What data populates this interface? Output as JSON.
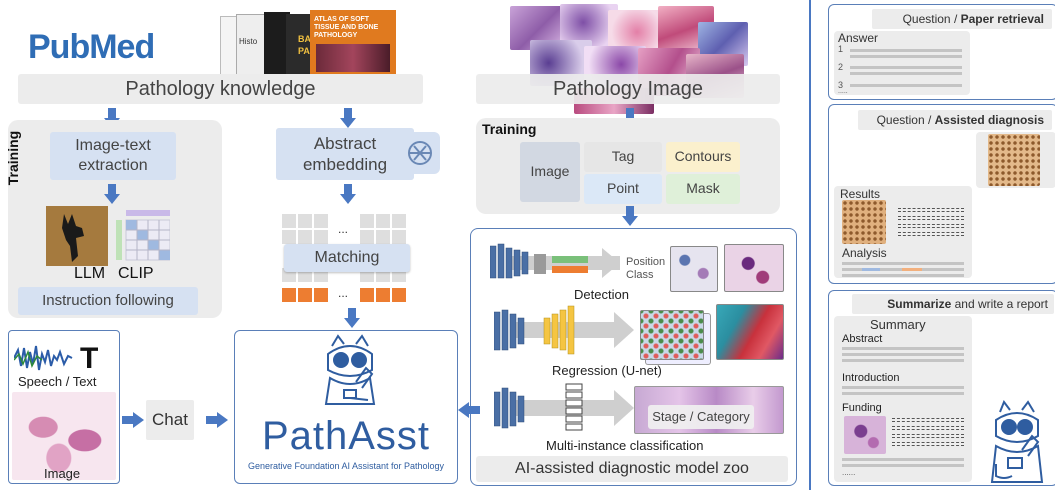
{
  "knowledge": {
    "pubmed_logo": "PubMed",
    "section_title": "Pathology knowledge",
    "training_label": "Training",
    "extraction": "Image-text extraction",
    "llm": "LLM",
    "clip": "CLIP",
    "instruction": "Instruction following",
    "abstract_embedding": "Abstract embedding",
    "matching": "Matching",
    "ellipsis": "..."
  },
  "books": {
    "atlas_title": "ATLAS OF SOFT TISSUE AND BONE PATHOLOGY",
    "histo": "Histo",
    "ba": "BA",
    "pa": "PA"
  },
  "image_section": {
    "title": "Pathology Image",
    "training_label": "Training",
    "image": "Image",
    "tag": "Tag",
    "contours": "Contours",
    "point": "Point",
    "mask": "Mask"
  },
  "model_zoo": {
    "position": "Position",
    "class": "Class",
    "detection": "Detection",
    "regression": "Regression (U-net)",
    "stage": "Stage / Category",
    "mil": "Multi-instance classification",
    "zoo_title": "AI-assisted diagnostic model zoo"
  },
  "input": {
    "speech_text": "Speech / Text",
    "t_glyph": "T",
    "image": "Image",
    "chat": "Chat"
  },
  "pathasst": {
    "name": "PathAsst",
    "subtitle": "Generative Foundation AI Assistant for Pathology"
  },
  "right": {
    "q1_prefix": "Question / ",
    "q1_bold": "Paper retrieval",
    "answer": "Answer",
    "n1": "1",
    "n2": "2",
    "n3": "3",
    "dots": ".....",
    "q2_prefix": "Question / ",
    "q2_bold": "Assisted diagnosis",
    "results": "Results",
    "analysis": "Analysis",
    "q3_bold": "Summarize",
    "q3_rest": " and write a report",
    "summary": "Summary",
    "abstract": "Abstract",
    "introduction": "Introduction",
    "funding": "Funding",
    "end_dots": "......"
  },
  "colors": {
    "arrow": "#4a78c2",
    "light_blue": "#d6e1f2",
    "panel_border": "#5a7fb8",
    "orange": "#ed7d31",
    "gray_box": "#ececec"
  }
}
